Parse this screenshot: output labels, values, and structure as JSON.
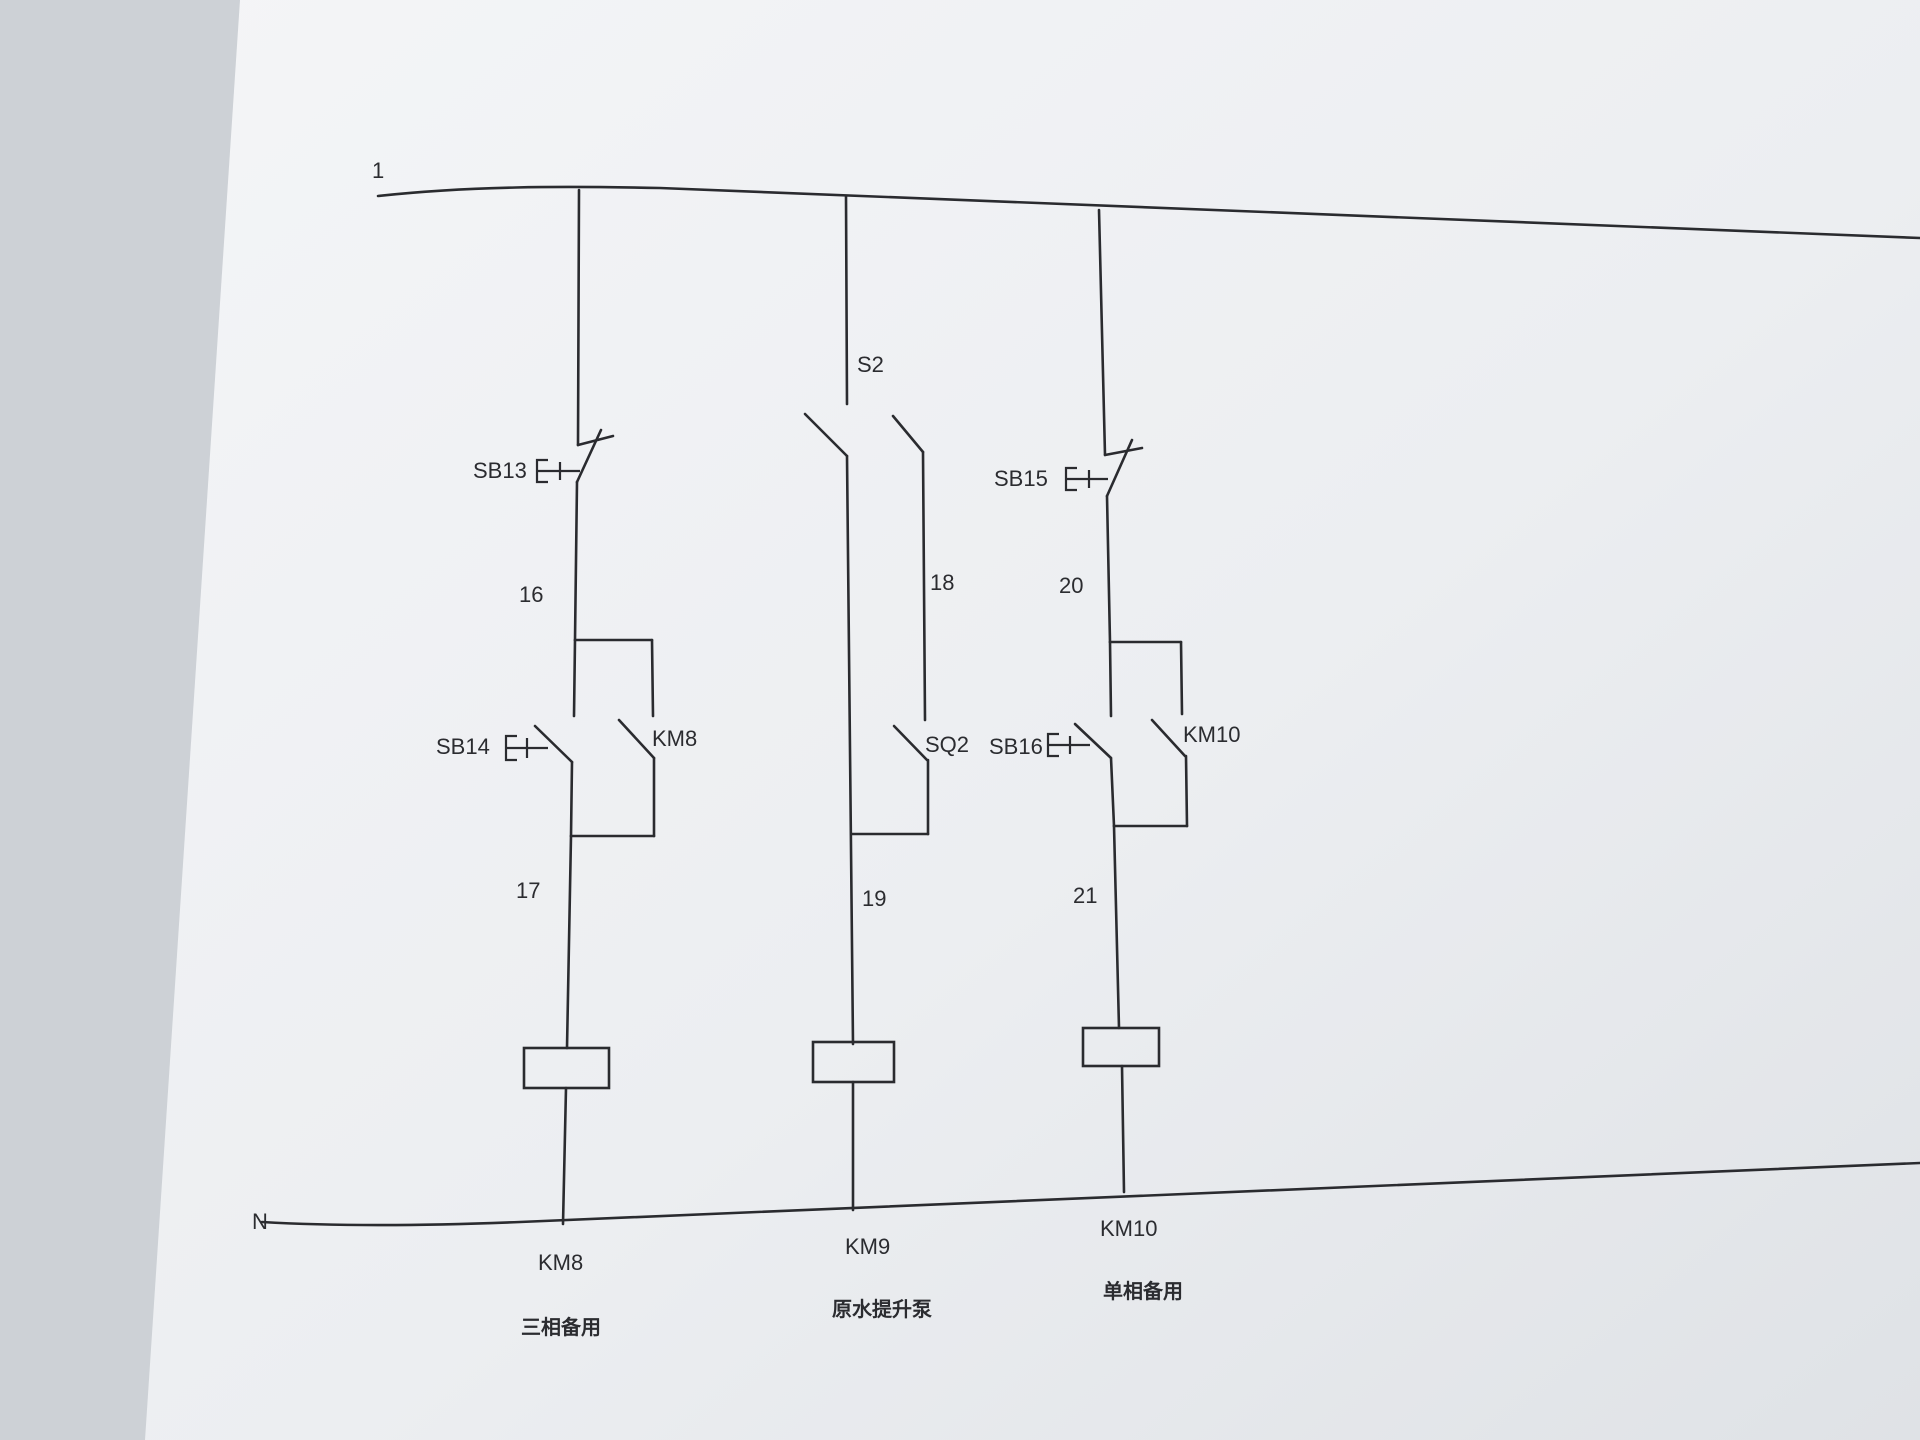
{
  "colors": {
    "ink": "#2a2b2f",
    "paper": "#eef0f3",
    "background": "#cfd3d8"
  },
  "rails": {
    "top_label": "1",
    "bottom_label": "N"
  },
  "branches": [
    {
      "stop_switch": "SB13",
      "wire_after_stop": "16",
      "start_switch": "SB14",
      "hold_contact": "KM8",
      "wire_before_coil": "17",
      "coil": "KM8",
      "caption": "三相备用"
    },
    {
      "selector_switch": "S2",
      "wire_right": "18",
      "limit_switch": "SQ2",
      "wire_before_coil": "19",
      "coil": "KM9",
      "caption": "原水提升泵"
    },
    {
      "stop_switch": "SB15",
      "wire_after_stop": "20",
      "start_switch": "SB16",
      "hold_contact": "KM10",
      "wire_before_coil": "21",
      "coil": "KM10",
      "caption": "单相备用"
    }
  ]
}
